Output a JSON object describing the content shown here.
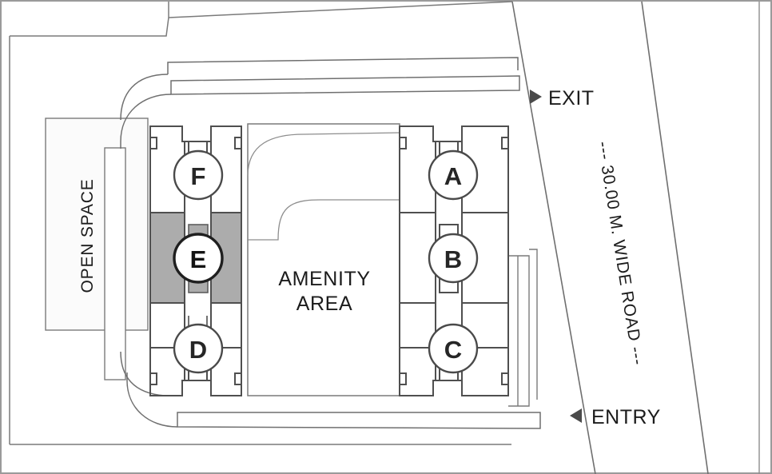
{
  "plan": {
    "title_area_label": "AMENITY\nAREA",
    "amenity": {
      "line1": "AMENITY",
      "line2": "AREA"
    },
    "open_space": {
      "label": "OPEN SPACE"
    },
    "road": {
      "label": "--- 30.00 M. WIDE ROAD ---"
    },
    "gates": [
      {
        "name": "exit",
        "label": "EXIT",
        "marker": "right-arrow-icon"
      },
      {
        "name": "entry",
        "label": "ENTRY",
        "marker": "left-arrow-icon"
      }
    ],
    "blocks": [
      {
        "id": "A",
        "label": "A",
        "tower": "right",
        "highlighted": false
      },
      {
        "id": "B",
        "label": "B",
        "tower": "right",
        "highlighted": false
      },
      {
        "id": "C",
        "label": "C",
        "tower": "right",
        "highlighted": false
      },
      {
        "id": "D",
        "label": "D",
        "tower": "left",
        "highlighted": false
      },
      {
        "id": "E",
        "label": "E",
        "tower": "left",
        "highlighted": true
      },
      {
        "id": "F",
        "label": "F",
        "tower": "left",
        "highlighted": false
      }
    ],
    "colors": {
      "ink": "#3a3a3a",
      "ink_strong": "#555555",
      "hairline": "#8d8d8d",
      "highlight_fill": "#acacac",
      "text": "#1c1c1c",
      "background": "#ffffff"
    }
  }
}
